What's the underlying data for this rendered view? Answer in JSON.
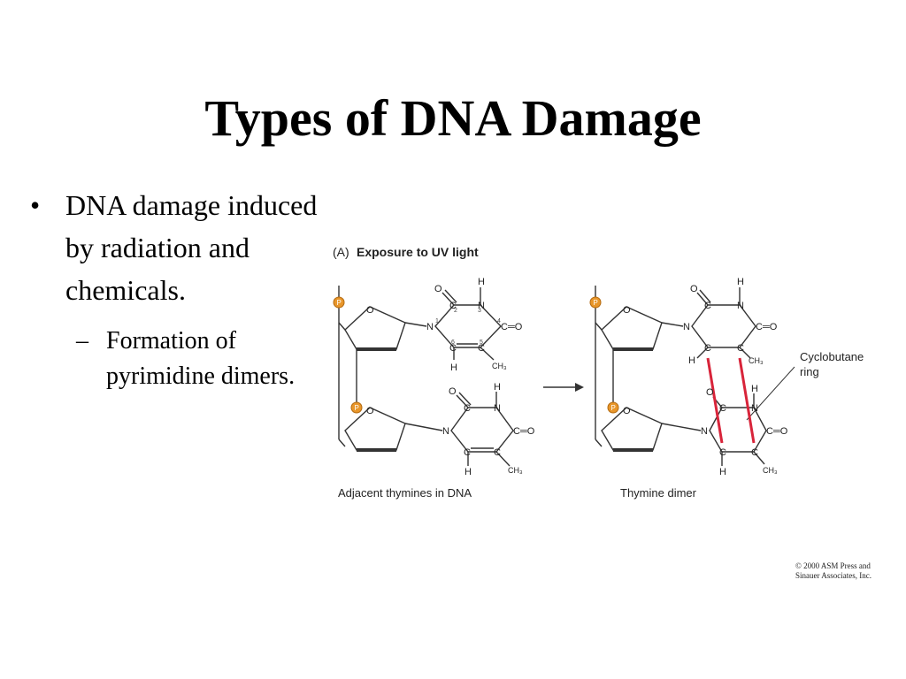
{
  "slide": {
    "title": "Types of DNA Damage",
    "bullets": [
      {
        "text": "DNA damage induced by radiation and chemicals.",
        "sub": [
          "Formation of pyrimidine dimers."
        ]
      }
    ]
  },
  "figure": {
    "panel_label": "(A)",
    "panel_title": "Exposure to UV light",
    "caption_left": "Adjacent thymines in DNA",
    "caption_right": "Thymine dimer",
    "ring_label_line1": "Cyclobutane",
    "ring_label_line2": "ring",
    "atom_labels": {
      "c": "C",
      "n": "N",
      "o": "O",
      "h": "H",
      "ch3": "CH₃",
      "p": "P",
      "n1": "1",
      "n2": "2",
      "n3": "3",
      "n4": "4",
      "n5": "5",
      "n6": "6",
      "c_eq_o": "C═O",
      "o_eq": "O═"
    },
    "colors": {
      "phosphate": "#e8962a",
      "dimer_bond": "#d8243a"
    }
  },
  "copyright": {
    "line1": "© 2000 ASM Press and",
    "line2": "Sinauer Associates, Inc."
  }
}
